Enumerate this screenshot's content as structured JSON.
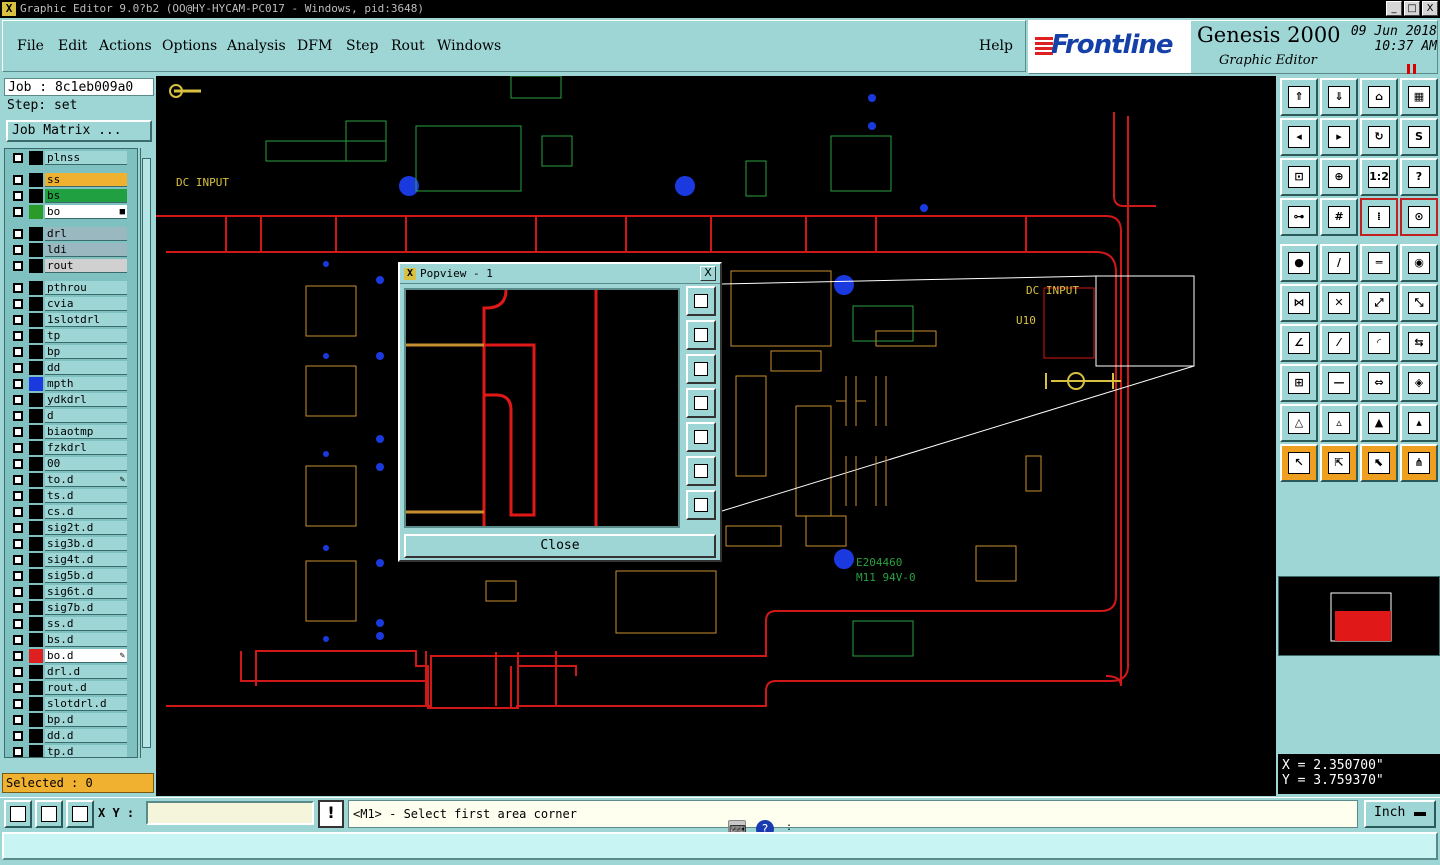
{
  "window": {
    "title": "Graphic Editor 9.0?b2 (OO@HY-HYCAM-PC017 - Windows, pid:3648)",
    "icon_label": "X",
    "controls": [
      "_",
      "□",
      "X"
    ]
  },
  "menubar": {
    "items": [
      "File",
      "Edit",
      "Actions",
      "Options",
      "Analysis",
      "DFM",
      "Step",
      "Rout",
      "Windows"
    ],
    "help": "Help"
  },
  "brand": {
    "logo": "Frontline",
    "product": "Genesis 2000",
    "subtitle": "Graphic Editor",
    "date": "09 Jun 2018",
    "time": "10:37 AM"
  },
  "job": {
    "job_line": "Job : 8c1eb009a0",
    "step_line": "Step: set",
    "job_matrix_label": "Job Matrix ..."
  },
  "layers": [
    {
      "name": "plnss",
      "color": "#000000",
      "bg": "#9ed6d6"
    },
    {
      "name": "ss",
      "color": "#000000",
      "bg": "#f0b030"
    },
    {
      "name": "bs",
      "color": "#000000",
      "bg": "#20a040"
    },
    {
      "name": "bo",
      "color": "#2a9a2a",
      "bg": "#ffffff",
      "mark": "■"
    },
    {
      "name": "drl",
      "color": "#000000",
      "bg": "#9ab8c0"
    },
    {
      "name": "ldi",
      "color": "#000000",
      "bg": "#9ab8c0"
    },
    {
      "name": "rout",
      "color": "#000000",
      "bg": "#d0d0d0"
    },
    {
      "name": "pthrou",
      "color": "#000000",
      "bg": "#9ed6d6"
    },
    {
      "name": "cvia",
      "color": "#000000",
      "bg": "#9ed6d6"
    },
    {
      "name": "1slotdrl",
      "color": "#000000",
      "bg": "#9ed6d6"
    },
    {
      "name": "tp",
      "color": "#000000",
      "bg": "#9ed6d6"
    },
    {
      "name": "bp",
      "color": "#000000",
      "bg": "#9ed6d6"
    },
    {
      "name": "dd",
      "color": "#000000",
      "bg": "#9ed6d6"
    },
    {
      "name": "mpth",
      "color": "#1a3ae0",
      "bg": "#9ed6d6"
    },
    {
      "name": "ydkdrl",
      "color": "#000000",
      "bg": "#9ed6d6"
    },
    {
      "name": "d",
      "color": "#000000",
      "bg": "#9ed6d6"
    },
    {
      "name": "biaotmp",
      "color": "#000000",
      "bg": "#9ed6d6"
    },
    {
      "name": "fzkdrl",
      "color": "#000000",
      "bg": "#9ed6d6"
    },
    {
      "name": "00",
      "color": "#000000",
      "bg": "#9ed6d6"
    },
    {
      "name": "to.d",
      "color": "#000000",
      "bg": "#9ed6d6",
      "mark": "✎"
    },
    {
      "name": "ts.d",
      "color": "#000000",
      "bg": "#9ed6d6"
    },
    {
      "name": "cs.d",
      "color": "#000000",
      "bg": "#9ed6d6"
    },
    {
      "name": "sig2t.d",
      "color": "#000000",
      "bg": "#9ed6d6"
    },
    {
      "name": "sig3b.d",
      "color": "#000000",
      "bg": "#9ed6d6"
    },
    {
      "name": "sig4t.d",
      "color": "#000000",
      "bg": "#9ed6d6"
    },
    {
      "name": "sig5b.d",
      "color": "#000000",
      "bg": "#9ed6d6"
    },
    {
      "name": "sig6t.d",
      "color": "#000000",
      "bg": "#9ed6d6"
    },
    {
      "name": "sig7b.d",
      "color": "#000000",
      "bg": "#9ed6d6"
    },
    {
      "name": "ss.d",
      "color": "#000000",
      "bg": "#9ed6d6"
    },
    {
      "name": "bs.d",
      "color": "#000000",
      "bg": "#9ed6d6"
    },
    {
      "name": "bo.d",
      "color": "#e02020",
      "bg": "#ffffff",
      "mark": "✎"
    },
    {
      "name": "drl.d",
      "color": "#000000",
      "bg": "#9ed6d6"
    },
    {
      "name": "rout.d",
      "color": "#000000",
      "bg": "#9ed6d6"
    },
    {
      "name": "slotdrl.d",
      "color": "#000000",
      "bg": "#9ed6d6"
    },
    {
      "name": "bp.d",
      "color": "#000000",
      "bg": "#9ed6d6"
    },
    {
      "name": "dd.d",
      "color": "#000000",
      "bg": "#9ed6d6"
    },
    {
      "name": "tp.d",
      "color": "#000000",
      "bg": "#9ed6d6"
    }
  ],
  "selection": {
    "label": "Selected : 0"
  },
  "popview": {
    "title": "Popview - 1",
    "icon_label": "X",
    "close_x": "X",
    "close_label": "Close",
    "tools": [
      "pv-zoom-window-icon",
      "pv-pan-up-icon",
      "pv-pan-down-icon",
      "pv-pan-left-icon",
      "pv-pan-right-icon",
      "pv-zoom-in-icon",
      "pv-zoom-out-icon"
    ]
  },
  "toolbar": {
    "buttons": [
      {
        "icon": "page-up-icon",
        "glyph": "⇑"
      },
      {
        "icon": "page-down-icon",
        "glyph": "⇓"
      },
      {
        "icon": "home-icon",
        "glyph": "⌂"
      },
      {
        "icon": "split-view-icon",
        "glyph": "▦"
      },
      {
        "icon": "pan-left-icon",
        "glyph": "◂"
      },
      {
        "icon": "pan-right-icon",
        "glyph": "▸"
      },
      {
        "icon": "rotate-icon",
        "glyph": "↻"
      },
      {
        "icon": "mirror-icon",
        "glyph": "S"
      },
      {
        "icon": "zoom-fit-icon",
        "glyph": "⊡"
      },
      {
        "icon": "zoom-center-icon",
        "glyph": "⊕"
      },
      {
        "icon": "scale-icon",
        "glyph": "1:2"
      },
      {
        "icon": "help-icon",
        "glyph": "?"
      },
      {
        "icon": "ruler-icon",
        "glyph": "⊶"
      },
      {
        "icon": "grid-icon",
        "glyph": "#"
      },
      {
        "icon": "snap-icon",
        "glyph": "⁞"
      },
      {
        "icon": "measure-icon",
        "glyph": "⊙"
      },
      {
        "icon": "select-point-icon",
        "glyph": "●"
      },
      {
        "icon": "line-draw-icon",
        "glyph": "∕"
      },
      {
        "icon": "dimension-icon",
        "glyph": "═"
      },
      {
        "icon": "pad-icon",
        "glyph": "◉"
      },
      {
        "icon": "net-icon",
        "glyph": "⋈"
      },
      {
        "icon": "delete-icon",
        "glyph": "✕"
      },
      {
        "icon": "move-icon",
        "glyph": "⤢"
      },
      {
        "icon": "copy-icon",
        "glyph": "⤡"
      },
      {
        "icon": "angle-icon",
        "glyph": "∠"
      },
      {
        "icon": "slash-icon",
        "glyph": "⁄"
      },
      {
        "icon": "arc-icon",
        "glyph": "◜"
      },
      {
        "icon": "flip-icon",
        "glyph": "⇆"
      },
      {
        "icon": "add-pad-icon",
        "glyph": "⊞"
      },
      {
        "icon": "line-icon",
        "glyph": "—"
      },
      {
        "icon": "resize-icon",
        "glyph": "⇔"
      },
      {
        "icon": "surface-icon",
        "glyph": "◈"
      },
      {
        "icon": "triangle-icon",
        "glyph": "△"
      },
      {
        "icon": "triangle-outline-icon",
        "glyph": "▵"
      },
      {
        "icon": "triangle-fill-icon",
        "glyph": "▲"
      },
      {
        "icon": "triangle-edge-icon",
        "glyph": "▴"
      },
      {
        "icon": "pointer-icon",
        "glyph": "↖"
      },
      {
        "icon": "pointer-box-icon",
        "glyph": "⇱"
      },
      {
        "icon": "pointer-poly-icon",
        "glyph": "⬉"
      },
      {
        "icon": "pointer-net-icon",
        "glyph": "⋔"
      }
    ]
  },
  "coords": {
    "x": "X = 2.350700\"",
    "y": "Y = 3.759370\""
  },
  "bottom": {
    "xy_label": "X Y :",
    "xy_value": "",
    "excl": "!",
    "message": "<M1> - Select first area corner",
    "unit": "Inch",
    "tool_icons": [
      "clear-icon",
      "break-icon",
      "grid-snap-icon"
    ]
  },
  "canvas_labels": {
    "dc_input": "DC INPUT",
    "u10": "U10",
    "dc_input_mirrored": "DC INPUT",
    "logo_code": "E204460",
    "logo_code2": "M11 94V-0"
  }
}
